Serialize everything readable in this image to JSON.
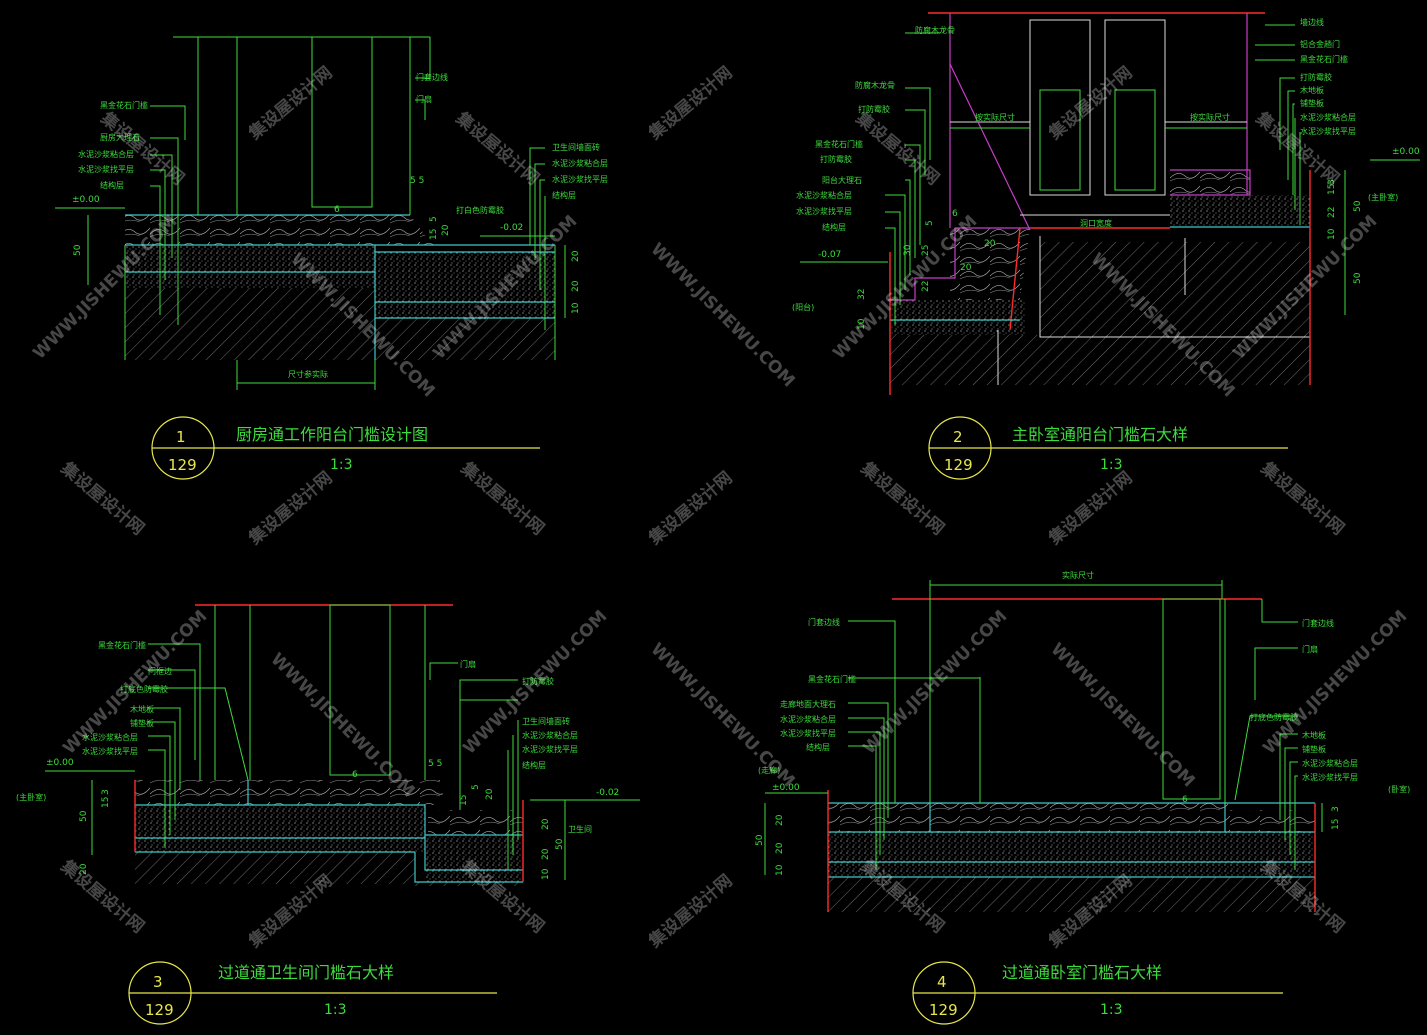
{
  "details": [
    {
      "id": "detail-1",
      "number": "1",
      "sheet": "129",
      "title": "厨房通工作阳台门槛设计图",
      "scale": "1:3",
      "labels_left": [
        "黑金花石门槛",
        "厨房大理石",
        "水泥沙浆粘合层",
        "水泥沙浆找平层",
        "结构层"
      ],
      "labels_right_top": [
        "门套边线",
        "门扇"
      ],
      "labels_right": [
        "卫生间墙面砖",
        "水泥沙浆粘合层",
        "水泥沙浆找平层",
        "结构层"
      ],
      "level_left": "±0.00",
      "level_right": "-0.02",
      "note_glue": "打白色防霉胶",
      "dim_bottom": "尺寸参实际",
      "dims": [
        "50",
        "20",
        "20",
        "10",
        "5 5",
        "5",
        "15",
        "20",
        "6"
      ]
    },
    {
      "id": "detail-2",
      "number": "2",
      "sheet": "129",
      "title": "主卧室通阳台门槛石大样",
      "scale": "1:3",
      "labels_left": [
        "防腐木龙骨",
        "打防霉胶",
        "黑金花石门槛",
        "打防霉胶",
        "阳台大理石",
        "水泥沙浆粘合层",
        "水泥沙浆找平层",
        "结构层"
      ],
      "labels_right": [
        "墙边线",
        "铝合金趟门",
        "黑金花石门槛",
        "打防霉胶",
        "木地板",
        "铺垫板",
        "水泥沙浆粘合层",
        "水泥沙浆找平层"
      ],
      "dim_left": "按实际尺寸",
      "dim_right": "按实际尺寸",
      "note_center": "洞口宽度",
      "level_left": "-0.07",
      "level_right": "±0.00",
      "room_left": "(阳台)",
      "room_right": "(主卧室)",
      "dims": [
        "5",
        "20",
        "30",
        "25",
        "20",
        "32",
        "22",
        "10",
        "6",
        "3",
        "15",
        "22",
        "50",
        "10",
        "50"
      ]
    },
    {
      "id": "detail-3",
      "number": "3",
      "sheet": "129",
      "title": "过道通卫生间门槛石大样",
      "scale": "1:3",
      "labels_left": [
        "黑金花石门槛",
        "门框边",
        "打底色防霉胶",
        "木地板",
        "铺垫板",
        "水泥沙浆粘合层",
        "水泥沙浆找平层"
      ],
      "labels_right": [
        "门扇",
        "打防霉胶",
        "卫生间墙面砖",
        "水泥沙浆粘合层",
        "水泥沙浆找平层",
        "结构层"
      ],
      "level_left": "±0.00",
      "level_right": "-0.02",
      "room_left": "(主卧室)",
      "room_right": "卫生间",
      "dims": [
        "3",
        "15",
        "50",
        "20",
        "5 5",
        "5",
        "15",
        "20",
        "20",
        "20",
        "50",
        "10",
        "6"
      ]
    },
    {
      "id": "detail-4",
      "number": "4",
      "sheet": "129",
      "title": "过道通卧室门槛石大样",
      "scale": "1:3",
      "labels_left": [
        "门套边线",
        "黑金花石门槛",
        "走廊地面大理石",
        "水泥沙浆粘合层",
        "水泥沙浆找平层",
        "结构层"
      ],
      "labels_right": [
        "门套边线",
        "门扇",
        "打底色防霉胶",
        "木地板",
        "铺垫板",
        "水泥沙浆粘合层",
        "水泥沙浆找平层"
      ],
      "dim_top": "实际尺寸",
      "level_left": "±0.00",
      "room_left": "(走廊)",
      "room_right": "(卧室)",
      "dims": [
        "50",
        "20",
        "20",
        "10",
        "6",
        "3",
        "15"
      ]
    }
  ],
  "watermark": {
    "cn": "集设屋设计网",
    "en": "WWW.JISHEWU.COM"
  },
  "colors": {
    "background": "#000000",
    "green": "#3ddc3d",
    "cyan": "#3fc8c8",
    "red": "#ff2a2a",
    "magenta": "#c83cc8",
    "yellow": "#e7e74a"
  }
}
